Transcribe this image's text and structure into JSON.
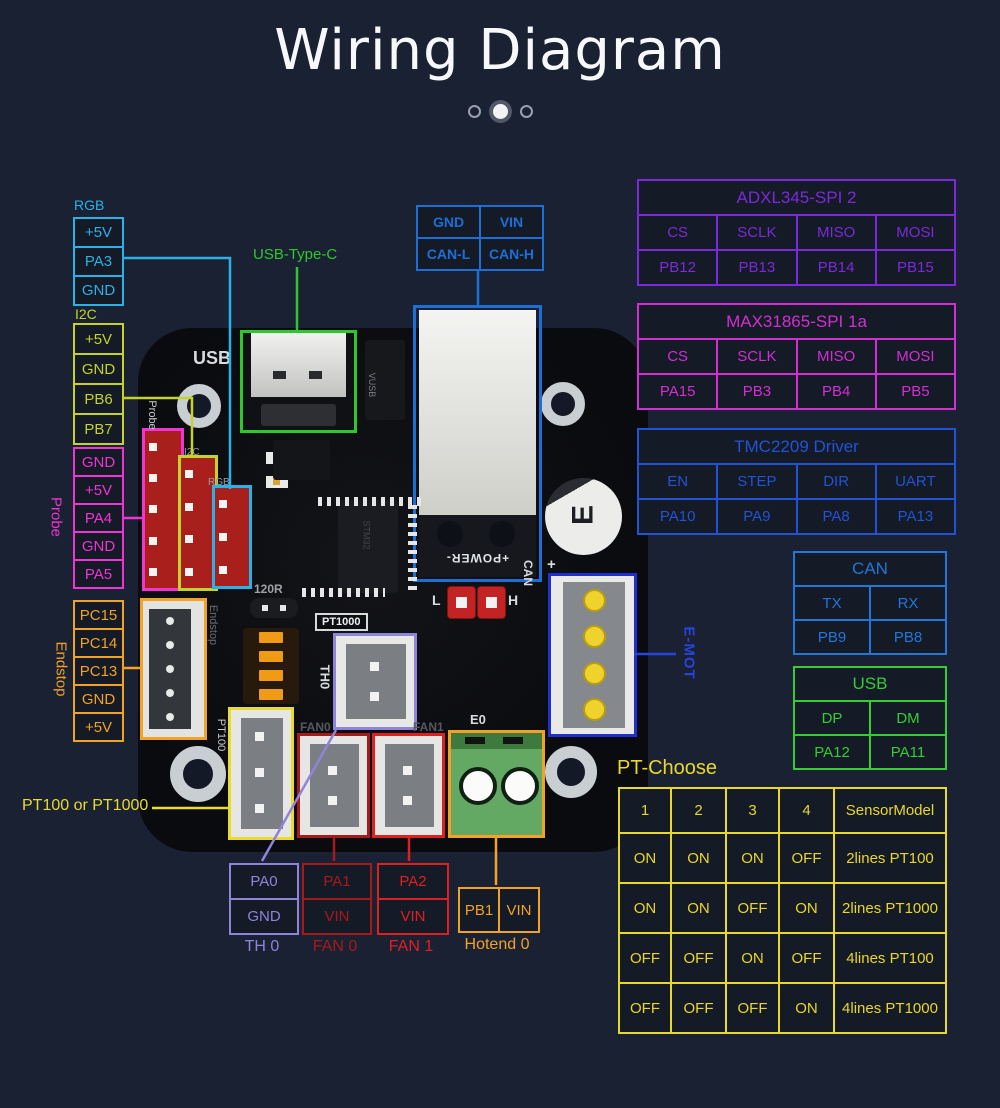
{
  "title": "Wiring Diagram",
  "carousel": {
    "dot_count": 3,
    "active_index": 1
  },
  "colors": {
    "background": "#1a2132",
    "rgb_cyan": "#2bb1e8",
    "i2c_lime": "#c3d32b",
    "probe_magenta": "#ee35d2",
    "endstop_orange": "#f2a227",
    "power_blue": "#1d6fd6",
    "adxl_purple": "#7a2ad8",
    "max_pink": "#d12fd1",
    "tmc_blue": "#2153d4",
    "can_blue": "#2376d8",
    "usb_green": "#35cc35",
    "pt_yellow": "#e8d829",
    "th0_periwinkle": "#8e84da",
    "fan0_dark_red": "#a51a1a",
    "fan1_red": "#dd2121",
    "hotend_orange": "#f2a227",
    "emot_blue": "#2744e0",
    "usbc_green": "#2ec82e"
  },
  "rgb_table": {
    "label": "RGB",
    "pins": [
      "+5V",
      "PA3",
      "GND"
    ]
  },
  "i2c_table": {
    "label": "I2C",
    "pins": [
      "+5V",
      "GND",
      "PB6",
      "PB7"
    ]
  },
  "probe_table": {
    "label": "Probe",
    "pins": [
      "GND",
      "+5V",
      "PA4",
      "GND",
      "PA5"
    ]
  },
  "endstop_table": {
    "label": "Endstop",
    "pins": [
      "PC15",
      "PC14",
      "PC13",
      "GND",
      "+5V"
    ]
  },
  "power_table": {
    "rows": [
      [
        "GND",
        "VIN"
      ],
      [
        "CAN-L",
        "CAN-H"
      ]
    ]
  },
  "adxl_table": {
    "title": "ADXL345-SPI 2",
    "signals": [
      "CS",
      "SCLK",
      "MISO",
      "MOSI"
    ],
    "pins": [
      "PB12",
      "PB13",
      "PB14",
      "PB15"
    ]
  },
  "max_table": {
    "title": "MAX31865-SPI 1a",
    "signals": [
      "CS",
      "SCLK",
      "MISO",
      "MOSI"
    ],
    "pins": [
      "PA15",
      "PB3",
      "PB4",
      "PB5"
    ]
  },
  "tmc_table": {
    "title": "TMC2209 Driver",
    "signals": [
      "EN",
      "STEP",
      "DIR",
      "UART"
    ],
    "pins": [
      "PA10",
      "PA9",
      "PA8",
      "PA13"
    ]
  },
  "can_table": {
    "title": "CAN",
    "signals": [
      "TX",
      "RX"
    ],
    "pins": [
      "PB9",
      "PB8"
    ]
  },
  "usb_io_table": {
    "title": "USB",
    "signals": [
      "DP",
      "DM"
    ],
    "pins": [
      "PA12",
      "PA11"
    ]
  },
  "pt_choose": {
    "label": "PT-Choose",
    "headers": [
      "1",
      "2",
      "3",
      "4",
      "SensorModel"
    ],
    "rows": [
      [
        "ON",
        "ON",
        "ON",
        "OFF",
        "2lines PT100"
      ],
      [
        "ON",
        "ON",
        "OFF",
        "ON",
        "2lines PT1000"
      ],
      [
        "OFF",
        "OFF",
        "ON",
        "OFF",
        "4lines PT100"
      ],
      [
        "OFF",
        "OFF",
        "OFF",
        "ON",
        "4lines PT1000"
      ]
    ]
  },
  "th0_table": {
    "caption": "TH 0",
    "pins": [
      "PA0",
      "GND"
    ]
  },
  "fan0_table": {
    "caption": "FAN 0",
    "pins": [
      "PA1",
      "VIN"
    ]
  },
  "fan1_table": {
    "caption": "FAN 1",
    "pins": [
      "PA2",
      "VIN"
    ]
  },
  "hotend_table": {
    "caption": "Hotend 0",
    "pins": [
      "PB1",
      "VIN"
    ]
  },
  "callouts": {
    "usb_type_c": "USB-Type-C",
    "pt_sensor": "PT100 or PT1000",
    "e_mot": "E-MOT"
  },
  "silk": {
    "usb": "USB",
    "probe": "Probe",
    "i2c": "I2C",
    "rgb": "RGB",
    "endstop": "Endstop",
    "r120": "120R",
    "pt1000": "PT1000",
    "th0": "TH0",
    "pt100": "PT100",
    "fan0": "FAN0",
    "fan1": "FAN1",
    "e0": "E0",
    "power": "+POWER-",
    "can": "CAN",
    "jumper_l": "L",
    "jumper_h": "H",
    "vusb": "VUSB",
    "cap": "E",
    "plus": "+"
  }
}
